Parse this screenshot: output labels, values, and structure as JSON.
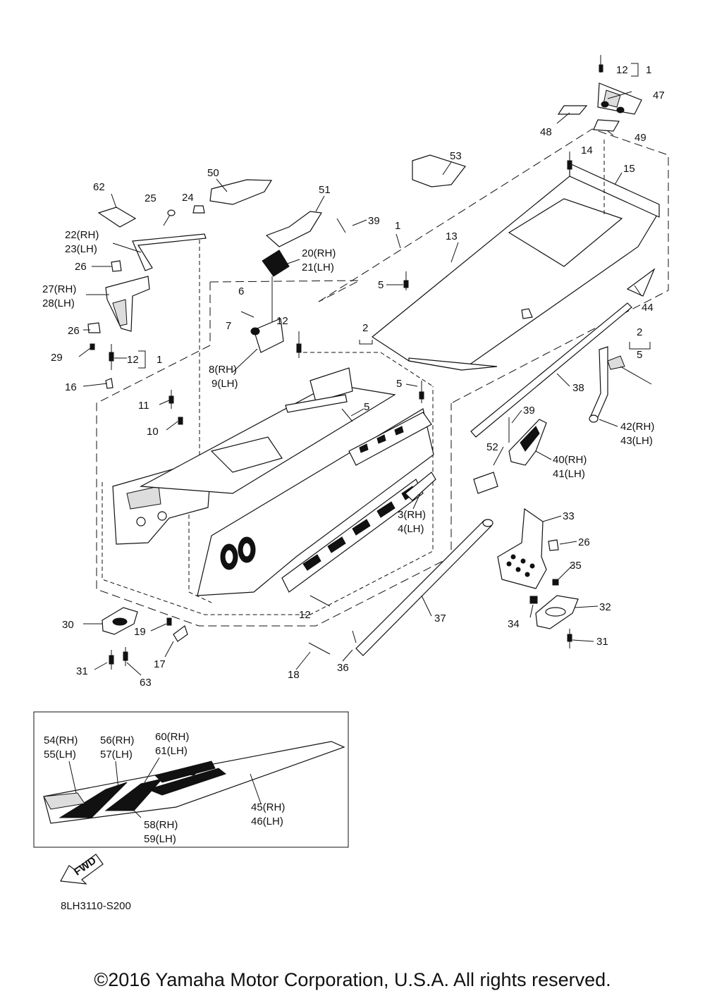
{
  "diagram_code": "8LH3110-S200",
  "fwd_label": "FWD",
  "copyright": "©2016 Yamaha Motor Corporation, U.S.A. All rights reserved.",
  "callouts": {
    "c1_top": "12",
    "c1_top_group": "1",
    "c47": "47",
    "c48": "48",
    "c49": "49",
    "c14": "14",
    "c15": "15",
    "c53": "53",
    "c62": "62",
    "c25": "25",
    "c24": "24",
    "c50": "50",
    "c51": "51",
    "c39a": "39",
    "c1": "1",
    "c22": "22(RH)",
    "c23": "23(LH)",
    "c20": "20(RH)",
    "c21": "21(LH)",
    "c13": "13",
    "c26a": "26",
    "c27": "27(RH)",
    "c28": "28(LH)",
    "c5a": "5",
    "c6": "6",
    "c44": "44",
    "c7": "7",
    "c12a": "12",
    "c2a": "2",
    "c26b": "26",
    "c2b": "2",
    "c5b": "5",
    "c8": "8(RH)",
    "c9": "9(LH)",
    "c29": "29",
    "c12b": "12",
    "c1b": "1",
    "c16": "16",
    "c5c": "5",
    "c38": "38",
    "c11": "11",
    "c5d": "5",
    "c39b": "39",
    "c42": "42(RH)",
    "c43": "43(LH)",
    "c10": "10",
    "c52": "52",
    "c40": "40(RH)",
    "c41": "41(LH)",
    "c3": "3(RH)",
    "c4": "4(LH)",
    "c33": "33",
    "c26c": "26",
    "c35": "35",
    "c32": "32",
    "c12c": "12",
    "c37": "37",
    "c30": "30",
    "c19": "19",
    "c34": "34",
    "c31a": "31",
    "c17": "17",
    "c31b": "31",
    "c63": "63",
    "c18": "18",
    "c36": "36"
  },
  "inset_callouts": {
    "c54": "54(RH)",
    "c55": "55(LH)",
    "c56": "56(RH)",
    "c57": "57(LH)",
    "c60": "60(RH)",
    "c61": "61(LH)",
    "c45": "45(RH)",
    "c46": "46(LH)",
    "c58": "58(RH)",
    "c59": "59(LH)"
  }
}
